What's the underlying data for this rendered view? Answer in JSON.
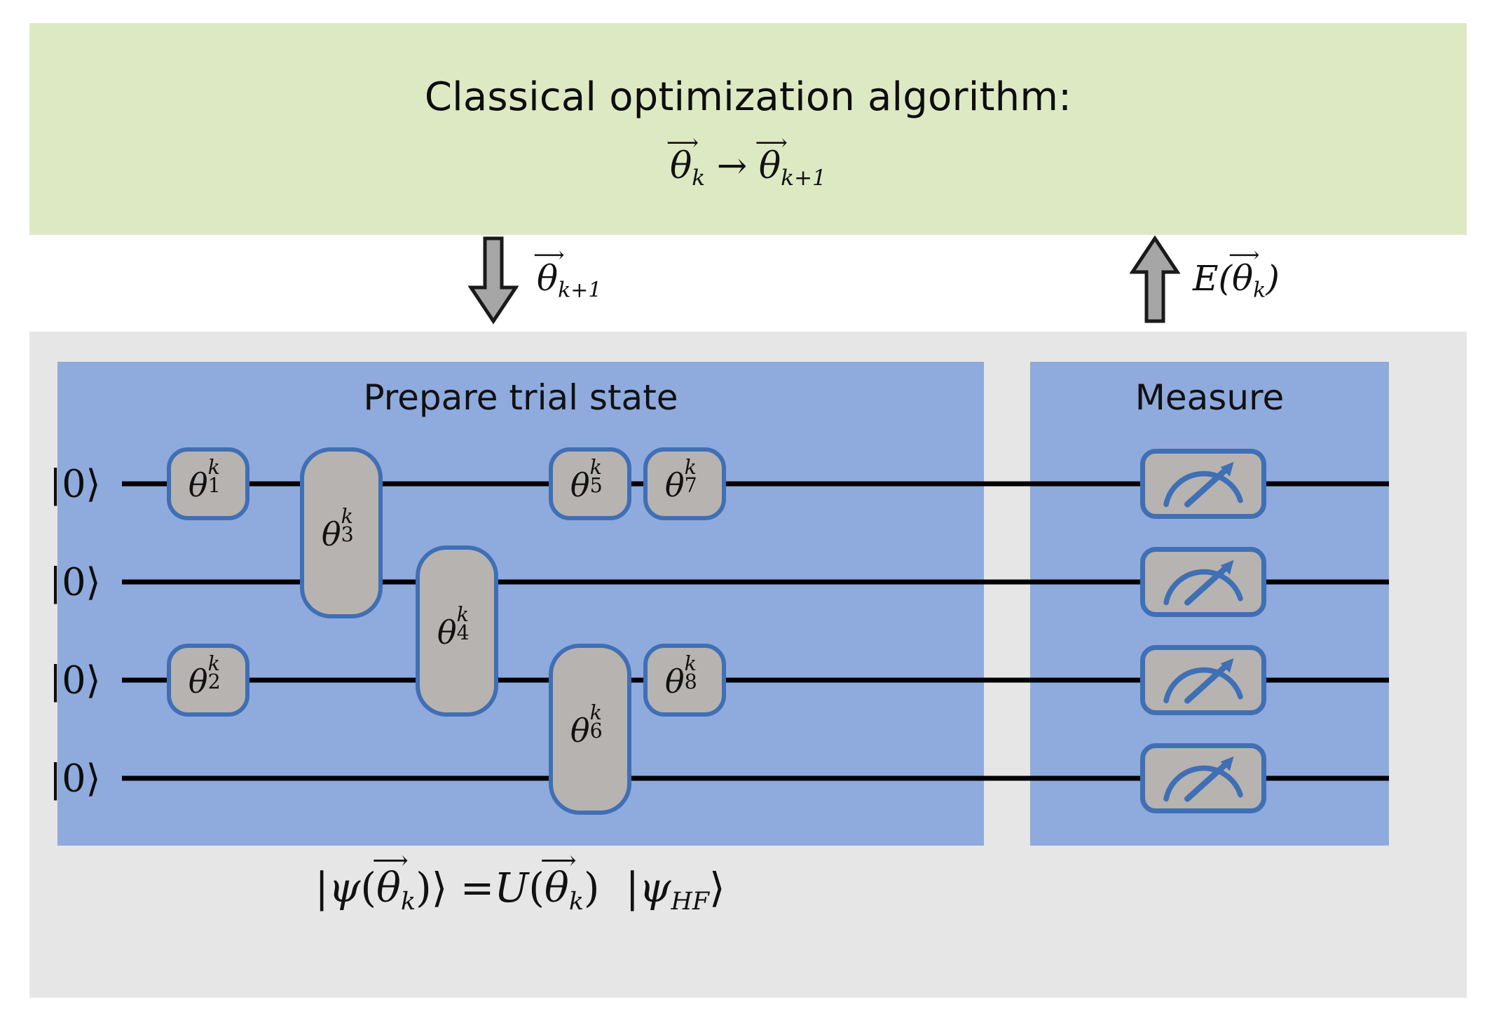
{
  "classical": {
    "title": "Classical optimization algorithm:",
    "update_rule": {
      "from": "θ",
      "from_sub": "k",
      "arrow": "→",
      "to": "θ",
      "to_sub": "k+1",
      "plain": "θ⃗k → θ⃗k+1"
    },
    "box_color": "#dde9c3"
  },
  "flow": {
    "down": {
      "icon": "down-arrow-icon",
      "label_symbol": "θ",
      "label_sub": "k+1",
      "plain": "θ⃗k+1"
    },
    "up": {
      "icon": "up-arrow-icon",
      "label_prefix": "E(",
      "label_symbol": "θ",
      "label_sub": "k",
      "label_suffix": ")",
      "plain": "E(θ⃗k)"
    },
    "arrow_fill": "#a6a6a6",
    "arrow_stroke": "#1a1a1a"
  },
  "quantum": {
    "panel_color": "#e6e6e6",
    "prepare": {
      "title": "Prepare trial state",
      "color": "#8faadc"
    },
    "measure": {
      "title": "Measure",
      "color": "#8faadc"
    }
  },
  "circuit": {
    "gate_fill": "#b6b3b0",
    "gate_border": "#3f6fb5",
    "wire_color": "#000000",
    "qubits": [
      {
        "ket": "|0⟩"
      },
      {
        "ket": "|0⟩"
      },
      {
        "ket": "|0⟩"
      },
      {
        "ket": "|0⟩"
      }
    ],
    "gates": [
      {
        "name": "theta-1",
        "symbol": "θ",
        "sub": "1",
        "sup": "k",
        "wires": [
          0
        ],
        "col": 0
      },
      {
        "name": "theta-2",
        "symbol": "θ",
        "sub": "2",
        "sup": "k",
        "wires": [
          2
        ],
        "col": 0
      },
      {
        "name": "theta-3",
        "symbol": "θ",
        "sub": "3",
        "sup": "k",
        "wires": [
          0,
          1
        ],
        "col": 1
      },
      {
        "name": "theta-4",
        "symbol": "θ",
        "sub": "4",
        "sup": "k",
        "wires": [
          1,
          2
        ],
        "col": 2
      },
      {
        "name": "theta-5",
        "symbol": "θ",
        "sub": "5",
        "sup": "k",
        "wires": [
          0
        ],
        "col": 3
      },
      {
        "name": "theta-6",
        "symbol": "θ",
        "sub": "6",
        "sup": "k",
        "wires": [
          2,
          3
        ],
        "col": 3
      },
      {
        "name": "theta-7",
        "symbol": "θ",
        "sub": "7",
        "sup": "k",
        "wires": [
          0
        ],
        "col": 4
      },
      {
        "name": "theta-8",
        "symbol": "θ",
        "sub": "8",
        "sup": "k",
        "wires": [
          2
        ],
        "col": 4
      }
    ],
    "measurements": [
      {
        "name": "measure-gate-q0",
        "icon": "gauge-meter-icon"
      },
      {
        "name": "measure-gate-q1",
        "icon": "gauge-meter-icon"
      },
      {
        "name": "measure-gate-q2",
        "icon": "gauge-meter-icon"
      },
      {
        "name": "measure-gate-q3",
        "icon": "gauge-meter-icon"
      }
    ]
  },
  "state_equation": {
    "plain": "|ψ(θ⃗k)⟩ = U(θ⃗k) |ψHF⟩",
    "psi": "ψ",
    "theta": "θ",
    "sub_k": "k",
    "equals": "=",
    "unitary": "U",
    "hf_sub": "HF",
    "bra": "|",
    "ket_close": "⟩",
    "paren_open": "(",
    "paren_close": ")"
  }
}
